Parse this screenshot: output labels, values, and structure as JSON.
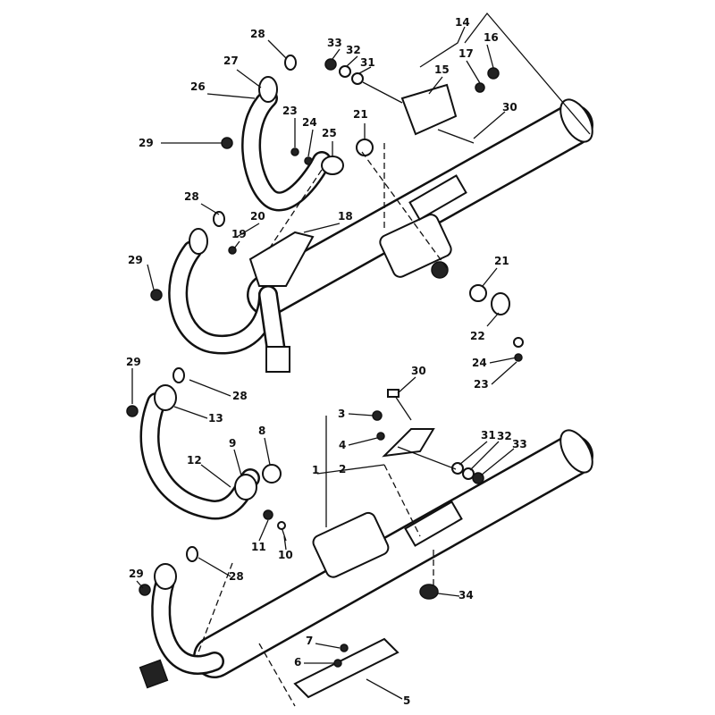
{
  "diagram": {
    "title": "Exhaust system exploded parts diagram",
    "labels": [
      "28",
      "27",
      "26",
      "29",
      "23",
      "24",
      "25",
      "21",
      "33",
      "32",
      "31",
      "14",
      "16",
      "17",
      "15",
      "30",
      "28",
      "20",
      "19",
      "18",
      "29",
      "21",
      "22",
      "24",
      "23",
      "29",
      "28",
      "13",
      "12",
      "9",
      "8",
      "11",
      "10",
      "30",
      "3",
      "4",
      "1",
      "2",
      "31",
      "32",
      "33",
      "29",
      "28",
      "34",
      "7",
      "6",
      "5"
    ]
  }
}
